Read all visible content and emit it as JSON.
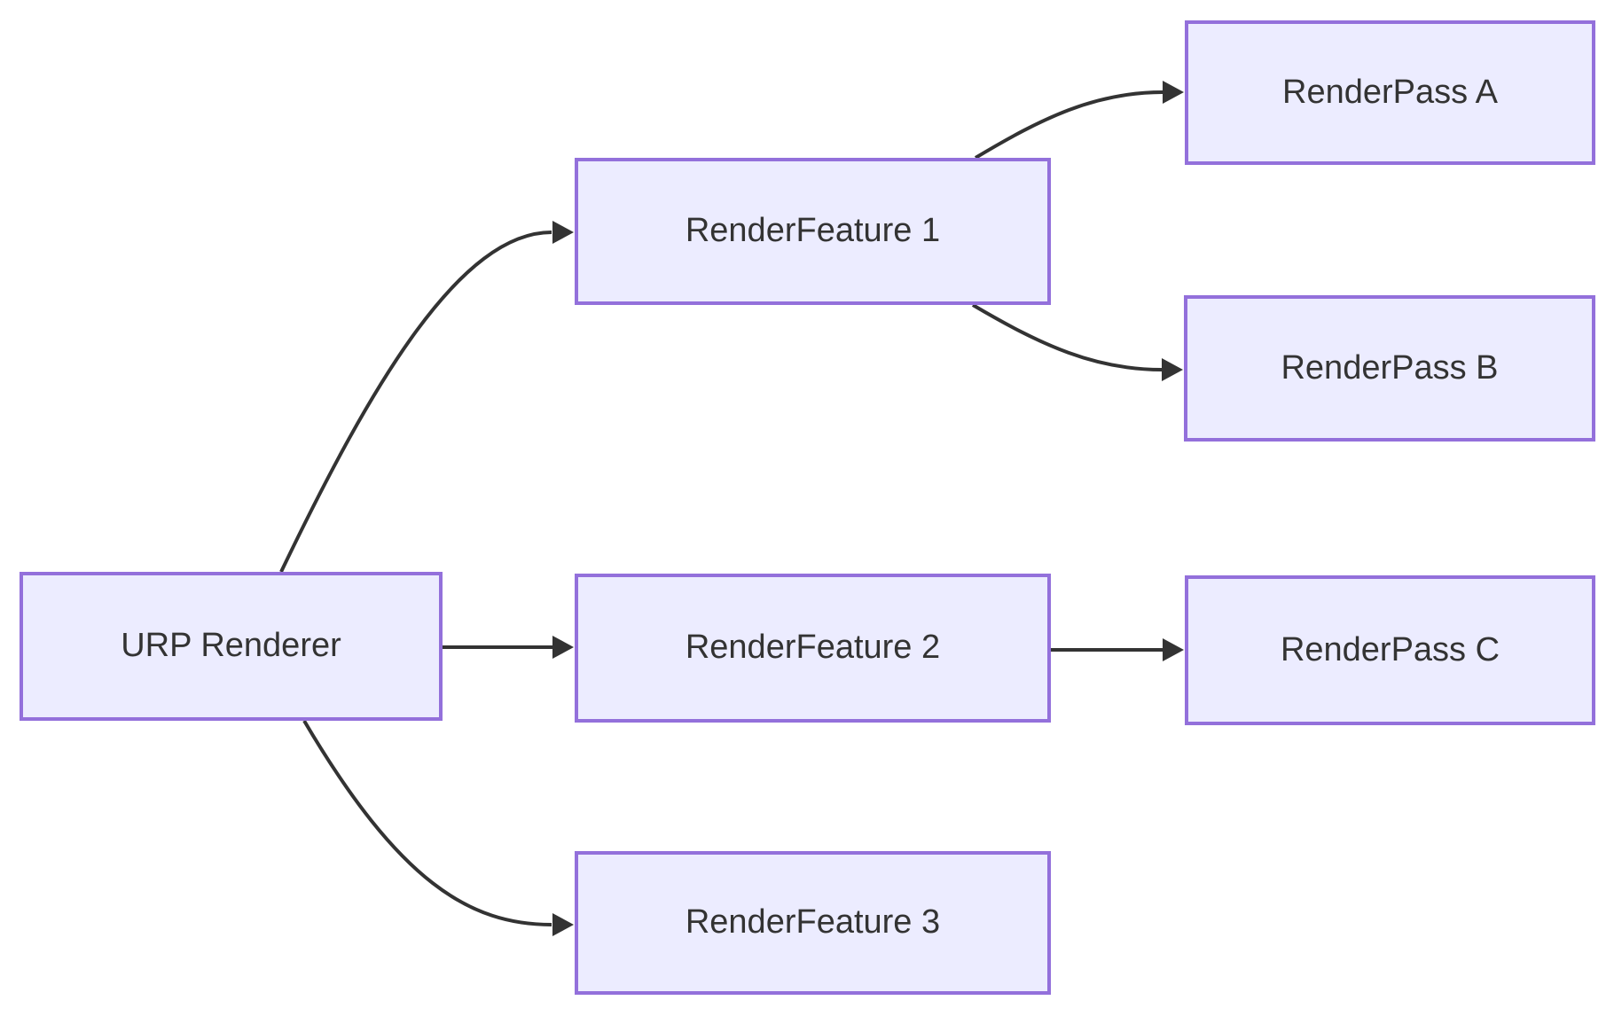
{
  "diagram": {
    "type": "flowchart",
    "direction": "left-to-right",
    "nodes": [
      {
        "id": "urp",
        "label": "URP Renderer"
      },
      {
        "id": "rf1",
        "label": "RenderFeature 1"
      },
      {
        "id": "rf2",
        "label": "RenderFeature 2"
      },
      {
        "id": "rf3",
        "label": "RenderFeature 3"
      },
      {
        "id": "rpa",
        "label": "RenderPass A"
      },
      {
        "id": "rpb",
        "label": "RenderPass B"
      },
      {
        "id": "rpc",
        "label": "RenderPass C"
      }
    ],
    "edges": [
      {
        "from": "URP Renderer",
        "to": "RenderFeature 1"
      },
      {
        "from": "URP Renderer",
        "to": "RenderFeature 2"
      },
      {
        "from": "URP Renderer",
        "to": "RenderFeature 3"
      },
      {
        "from": "RenderFeature 1",
        "to": "RenderPass A"
      },
      {
        "from": "RenderFeature 1",
        "to": "RenderPass B"
      },
      {
        "from": "RenderFeature 2",
        "to": "RenderPass C"
      }
    ]
  },
  "colors": {
    "node-fill": "#ECECFF",
    "node-border": "#9370DB",
    "edge": "#333333",
    "text": "#333333",
    "background": "#FFFFFF"
  }
}
